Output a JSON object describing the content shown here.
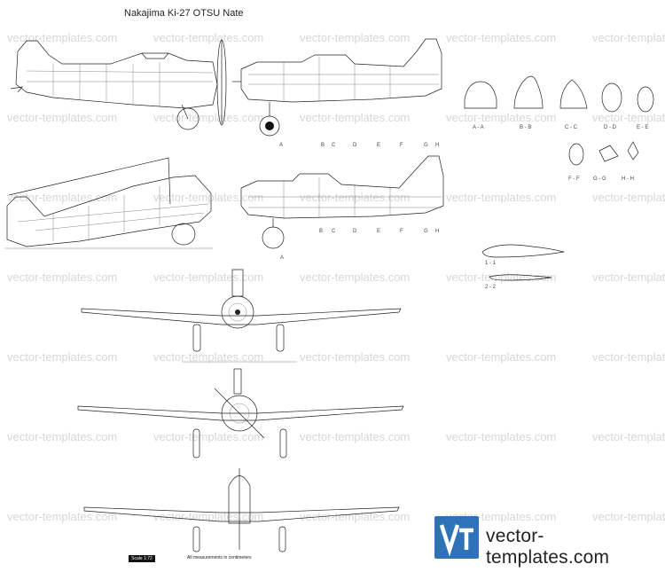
{
  "title": "Nakajima Ki-27 OTSU Nate",
  "watermark": "vector-templates.com",
  "section_labels": {
    "top_row": [
      "A",
      "B",
      "C",
      "D",
      "E",
      "F",
      "G",
      "H"
    ],
    "cross_sections": [
      "A - A",
      "B - B",
      "C - C",
      "D - D",
      "E - E",
      "F - F",
      "G - G",
      "H - H"
    ],
    "airfoils": [
      "1 - 1",
      "2 - 2"
    ]
  },
  "scale_label": "Scale 1:72",
  "measurements_note": "All measurements in centimeters",
  "logo": {
    "mark": "Vt",
    "text": "vector-templates.com",
    "color": "#2f72b8"
  }
}
